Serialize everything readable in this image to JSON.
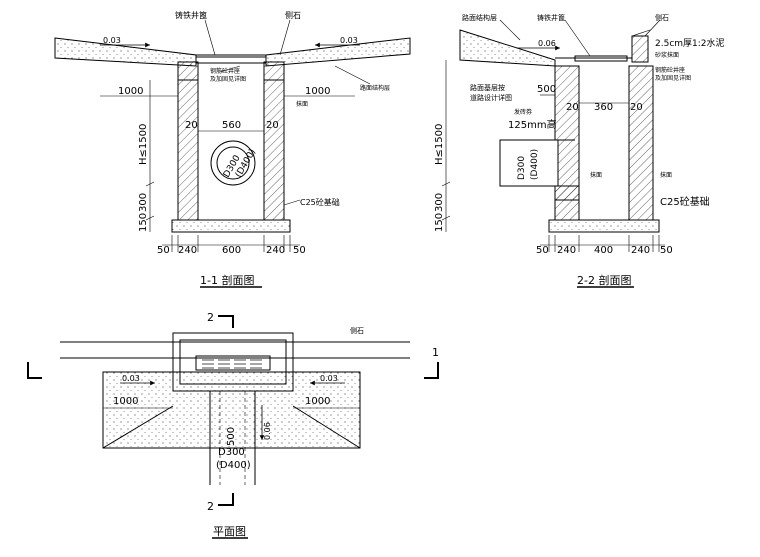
{
  "section_1": {
    "title": "1-1  剖面图",
    "label_cover": "铸铁井篦",
    "label_curb": "侧石",
    "label_pavement": "路面结构层",
    "label_frame": "钢筋砼井座",
    "label_frame_2": "及加固见详图",
    "label_plaster": "抹面",
    "label_base": "C25砼基础",
    "slope_left": "0.03",
    "slope_right": "0.03",
    "dim_left_1000": "1000",
    "dim_right_1000": "1000",
    "dim_inner_width": "560",
    "dim_wall_left": "20",
    "dim_wall_right": "20",
    "dim_height": "H≤1500",
    "dim_300": "300",
    "dim_150": "150",
    "pipe_d": "D300",
    "pipe_d2": "(D400)",
    "bottom_dims": [
      "50",
      "240",
      "600",
      "240",
      "50"
    ]
  },
  "section_2": {
    "title": "2-2  剖面图",
    "label_pavement": "路面结构层",
    "label_cover": "铸铁井篦",
    "label_curb": "侧石",
    "label_mortar": "2.5cm厚1:2水泥",
    "label_mortar_2": "砂浆抹面",
    "label_frame": "钢筋砼井座",
    "label_frame_2": "及加固见详图",
    "label_subbase": "路面基层按",
    "label_subbase_2": "道路设计详图",
    "label_arch": "发砖券",
    "label_arch_2": "125mm高",
    "label_plaster_left": "抹面",
    "label_plaster_right": "抹面",
    "label_base": "C25砼基础",
    "slope": "0.06",
    "dim_500": "500",
    "dim_wall_left": "20",
    "dim_inner": "360",
    "dim_wall_right": "20",
    "dim_height": "H≤1500",
    "dim_300": "300",
    "dim_150": "150",
    "pipe_d": "D300",
    "pipe_d2": "(D400)",
    "bottom_dims": [
      "50",
      "240",
      "400",
      "240",
      "50"
    ]
  },
  "plan": {
    "title": "平面图",
    "label_curb": "侧石",
    "cut_2_top": "2",
    "cut_2_bottom": "2",
    "cut_1": "1",
    "slope_left": "0.03",
    "slope_right": "0.03",
    "slope_down": "0.06",
    "dim_left_1000": "1000",
    "dim_right_1000": "1000",
    "dim_500": "500",
    "pipe_d": "D300",
    "pipe_d2": "(D400)"
  },
  "colors": {
    "line": "#000000",
    "background": "#ffffff"
  }
}
